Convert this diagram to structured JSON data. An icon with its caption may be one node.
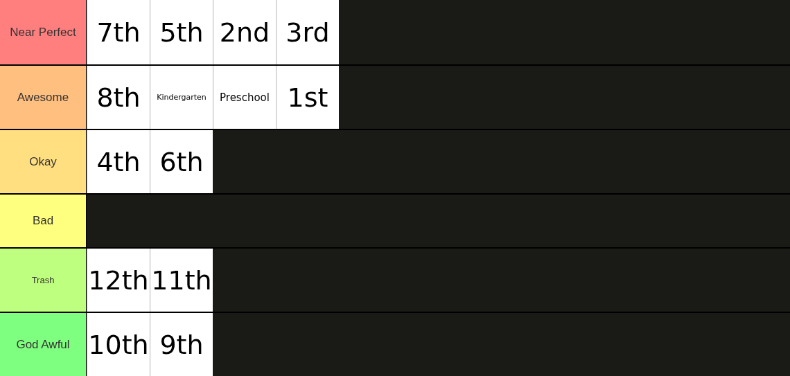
{
  "diagram": {
    "nodes": [
      {
        "text": [
          "Near Perfect"
        ]
      },
      {
        "text": [
          "7th"
        ]
      },
      {
        "text": [
          "5th"
        ]
      },
      {
        "text": [
          "2nd"
        ]
      },
      {
        "text": [
          "3rd"
        ]
      },
      {
        "text": [
          "Awesome"
        ]
      },
      {
        "text": [
          "8th"
        ]
      },
      {
        "text": [
          "Kindergarten"
        ]
      },
      {
        "text": [
          "Preschool"
        ]
      },
      {
        "text": [
          "1st"
        ]
      },
      {
        "text": [
          "Okay"
        ]
      },
      {
        "text": [
          "4th"
        ]
      },
      {
        "text": [
          "6th"
        ]
      },
      {
        "text": [
          "Bad"
        ]
      },
      {
        "text": [
          "Trash"
        ]
      },
      {
        "text": [
          "12th"
        ]
      },
      {
        "text": [
          "11th"
        ]
      },
      {
        "text": [
          "God Awful"
        ]
      },
      {
        "text": [
          "10th"
        ]
      },
      {
        "text": [
          "9th"
        ]
      }
    ],
    "edges": []
  }
}
